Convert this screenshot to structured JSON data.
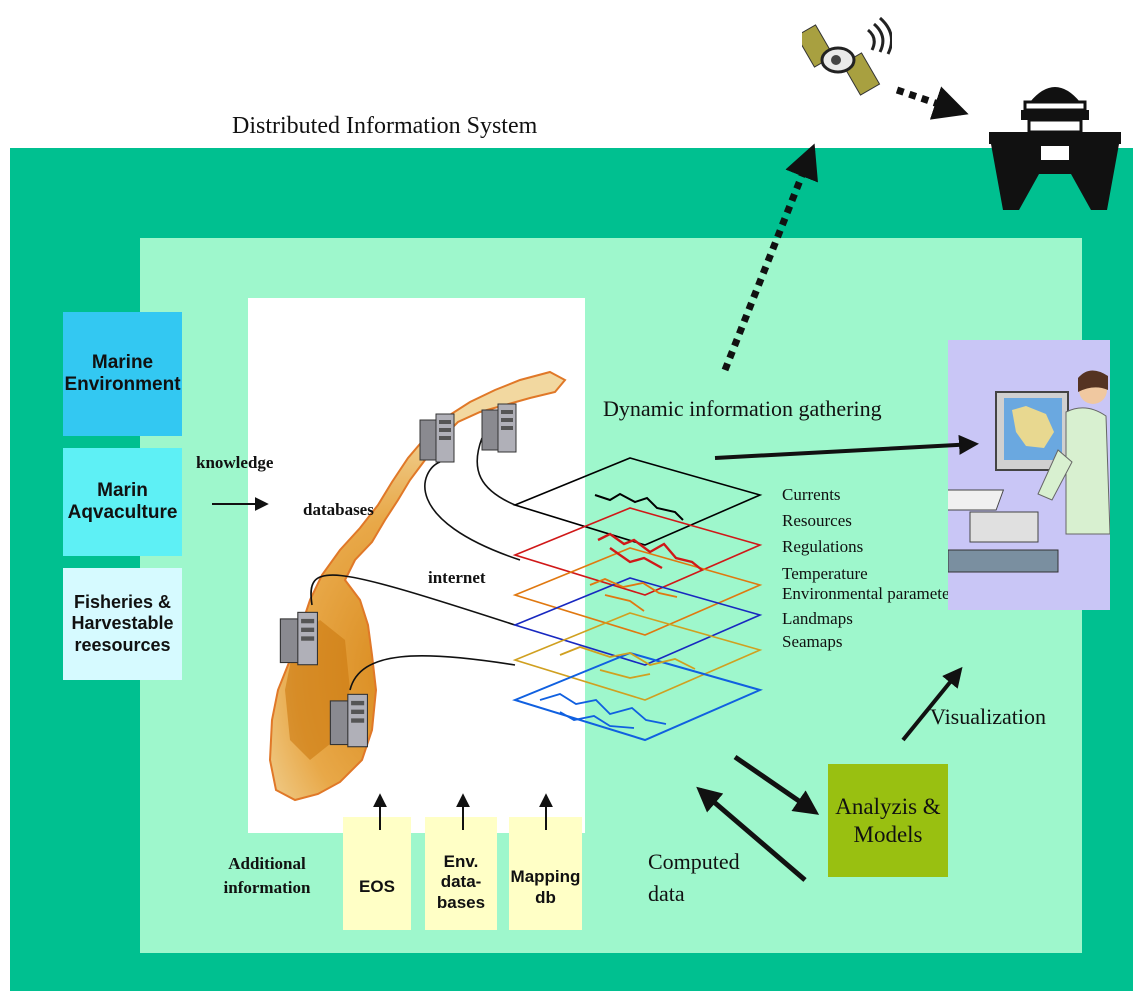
{
  "title": "Distributed Information System",
  "sources": {
    "marine": "Marine Environment",
    "aqua": "Marin Aqvaculture",
    "fisheries": "Fisheries & Harvestable reesources"
  },
  "labels": {
    "knowledge": "knowledge",
    "databases": "databases",
    "internet": "internet",
    "dynamic": "Dynamic information gathering",
    "visualization": "Visualization",
    "computed": "Computed data",
    "additional": "Additional information"
  },
  "data_boxes": {
    "eos": "EOS",
    "env": "Env. data- bases",
    "mapping": "Mapping db"
  },
  "analysis": "Analyzis & Models",
  "layers": [
    "Currents",
    "Resources",
    "Regulations",
    "Temperature",
    "Environmental parameters",
    "Landmaps",
    "Seamaps"
  ],
  "colors": {
    "outer": "#00c090",
    "inner": "#9ef7cc",
    "marine": "#33c8f2",
    "aqua": "#5ef0f5",
    "fisheries": "#d6faff",
    "cream": "#ffffc6",
    "analysis": "#99c011",
    "screen": "#c9c6f6",
    "layer_colors": [
      "#000000",
      "#d01818",
      "#e07810",
      "#1828c0",
      "#d0a020",
      "#1060e0"
    ]
  },
  "icons": [
    "satellite-icon",
    "ship-icon",
    "server-icon",
    "norway-map-icon",
    "person-computer-icon"
  ]
}
